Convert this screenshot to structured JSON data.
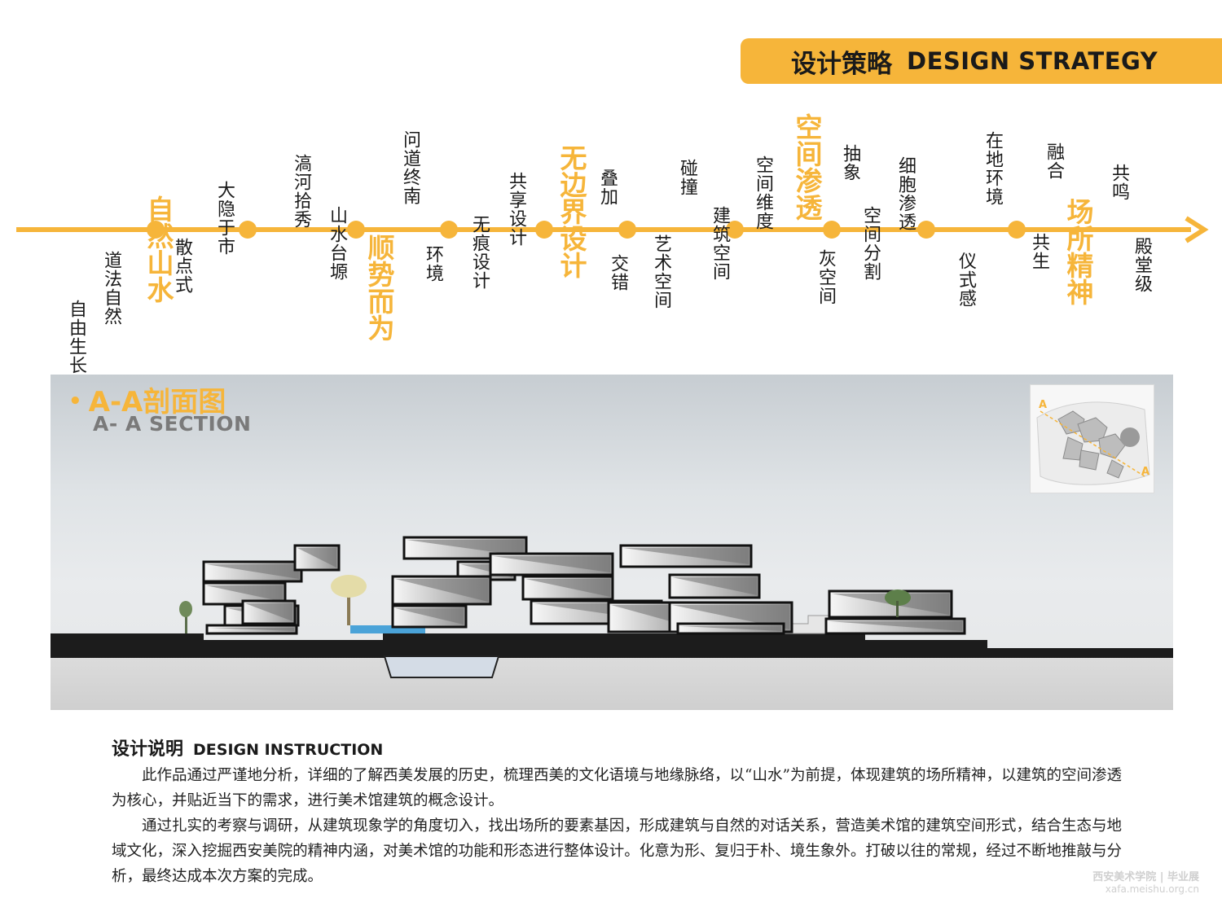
{
  "header": {
    "title_cn": "设计策略",
    "title_en": "DESIGN STRATEGY"
  },
  "timeline": {
    "terms": [
      {
        "text": "自由生长",
        "emphasis": false
      },
      {
        "text": "道法自然",
        "emphasis": false
      },
      {
        "text": "自然山水",
        "emphasis": true
      },
      {
        "text": "散点式",
        "emphasis": false
      },
      {
        "text": "大隐于市",
        "emphasis": false
      },
      {
        "text": "滈河拾秀",
        "emphasis": false
      },
      {
        "text": "山水台塬",
        "emphasis": false
      },
      {
        "text": "顺势而为",
        "emphasis": true
      },
      {
        "text": "问道终南",
        "emphasis": false
      },
      {
        "text": "环境",
        "emphasis": false
      },
      {
        "text": "无痕设计",
        "emphasis": false
      },
      {
        "text": "共享设计",
        "emphasis": false
      },
      {
        "text": "无边界设计",
        "emphasis": true
      },
      {
        "text": "叠加",
        "emphasis": false
      },
      {
        "text": "交错",
        "emphasis": false
      },
      {
        "text": "艺术空间",
        "emphasis": false
      },
      {
        "text": "碰撞",
        "emphasis": false
      },
      {
        "text": "建筑空间",
        "emphasis": false
      },
      {
        "text": "空间维度",
        "emphasis": false
      },
      {
        "text": "空间渗透",
        "emphasis": true
      },
      {
        "text": "灰空间",
        "emphasis": false
      },
      {
        "text": "抽象",
        "emphasis": false
      },
      {
        "text": "空间分割",
        "emphasis": false
      },
      {
        "text": "细胞渗透",
        "emphasis": false
      },
      {
        "text": "仪式感",
        "emphasis": false
      },
      {
        "text": "在地环境",
        "emphasis": false
      },
      {
        "text": "共生",
        "emphasis": false
      },
      {
        "text": "融合",
        "emphasis": false
      },
      {
        "text": "场所精神",
        "emphasis": true
      },
      {
        "text": "共鸣",
        "emphasis": false
      },
      {
        "text": "殿堂级",
        "emphasis": false
      }
    ]
  },
  "section": {
    "title_cn": "A-A剖面图",
    "title_en": "A- A  SECTION",
    "bullet": "•",
    "key_plan_mark": "A"
  },
  "instruction": {
    "title_cn": "设计说明",
    "title_en": "DESIGN INSTRUCTION",
    "paragraphs": [
      "此作品通过严谨地分析，详细的了解西美发展的历史，梳理西美的文化语境与地缘脉络，以“山水”为前提，体现建筑的场所精神，以建筑的空间渗透为核心，并贴近当下的需求，进行美术馆建筑的概念设计。",
      "通过扎实的考察与调研，从建筑现象学的角度切入，找出场所的要素基因，形成建筑与自然的对话关系，营造美术馆的建筑空间形式，结合生态与地域文化，深入挖掘西安美院的精神内涵，对美术馆的功能和形态进行整体设计。化意为形、复归于朴、境生象外。打破以往的常规，经过不断地推敲与分析，最终达成本次方案的完成。"
    ]
  },
  "watermark": {
    "line1": "西安美术学院 | 毕业展",
    "line2": "xafa.meishu.org.cn"
  },
  "colors": {
    "accent": "#f6b53a",
    "text": "#1a1a1a",
    "ground": "#1c1c1c"
  }
}
